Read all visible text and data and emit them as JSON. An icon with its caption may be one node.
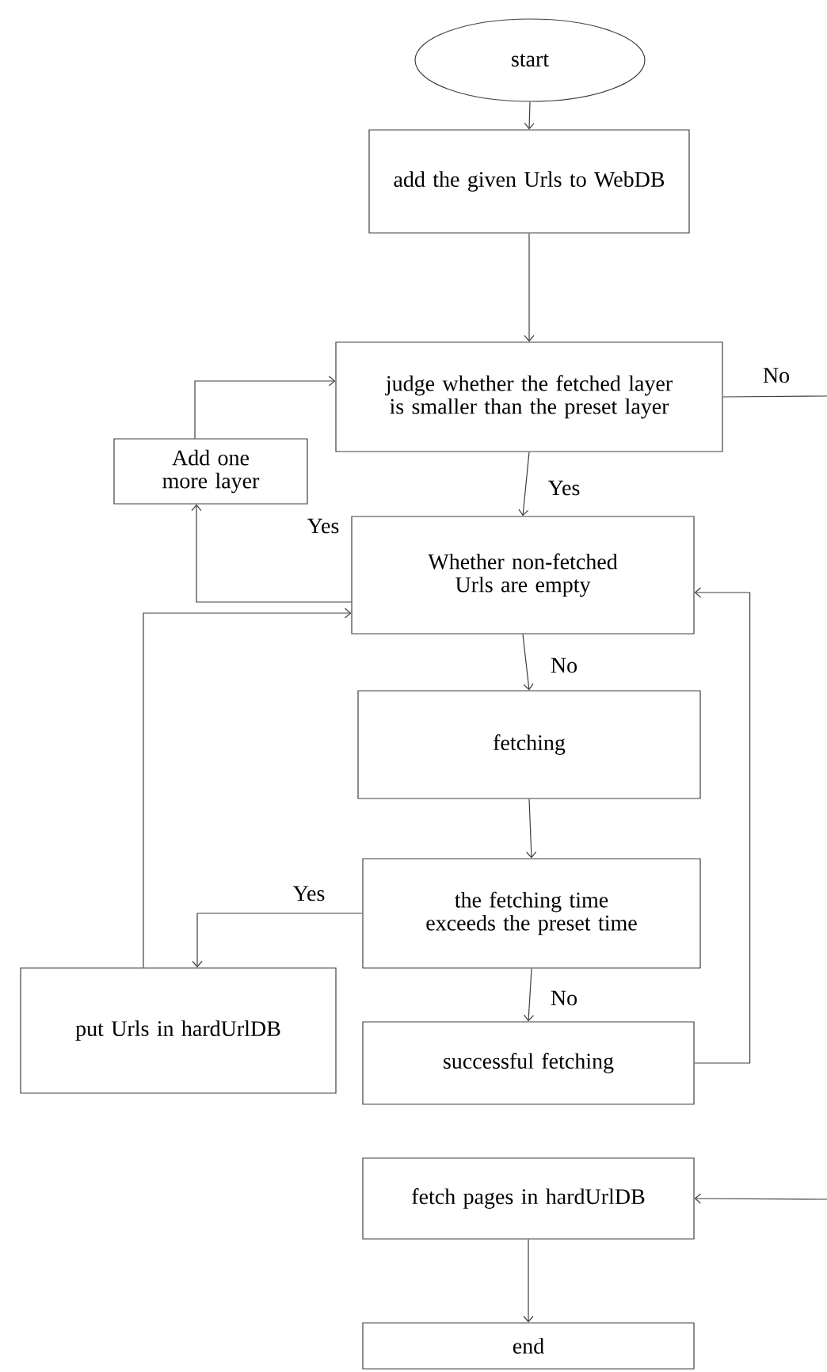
{
  "diagram": {
    "nodes": [
      {
        "text": [
          "start"
        ]
      },
      {
        "text": [
          "add the given Urls to WebDB"
        ]
      },
      {
        "text": [
          "judge whether the fetched layer is smaller than the preset layer"
        ]
      },
      {
        "text": [
          "Add one more layer"
        ]
      },
      {
        "text": [
          "Whether non-fetched Urls are empty"
        ]
      },
      {
        "text": [
          "fetching"
        ]
      },
      {
        "text": [
          "the fetching time exceeds the preset time"
        ]
      },
      {
        "text": [
          "put Urls in hardUrlDB"
        ]
      },
      {
        "text": [
          "successful fetching"
        ]
      },
      {
        "text": [
          "fetch pages in hardUrlDB"
        ]
      },
      {
        "text": [
          "end"
        ]
      }
    ],
    "edges": [
      {
        "from": 0,
        "to": 1,
        "arrow": "to"
      },
      {
        "from": 1,
        "to": 2,
        "arrow": "to"
      },
      {
        "from": 2,
        "to": null,
        "arrow": "none",
        "label": "No"
      },
      {
        "from": 2,
        "to": 4,
        "arrow": "to",
        "label": "Yes"
      },
      {
        "from": 4,
        "to": 3,
        "arrow": "to",
        "label": "Yes"
      },
      {
        "from": 3,
        "to": 2,
        "arrow": "to"
      },
      {
        "from": 4,
        "to": 5,
        "arrow": "to",
        "label": "No"
      },
      {
        "from": 5,
        "to": 6,
        "arrow": "to"
      },
      {
        "from": 6,
        "to": 7,
        "arrow": "to",
        "label": "Yes"
      },
      {
        "from": 6,
        "to": 8,
        "arrow": "to",
        "label": "No"
      },
      {
        "from": 8,
        "to": 4,
        "arrow": "to"
      },
      {
        "from": 7,
        "to": 4,
        "arrow": "to"
      },
      {
        "from": null,
        "to": 9,
        "arrow": "to"
      },
      {
        "from": 9,
        "to": 10,
        "arrow": "to"
      }
    ]
  }
}
